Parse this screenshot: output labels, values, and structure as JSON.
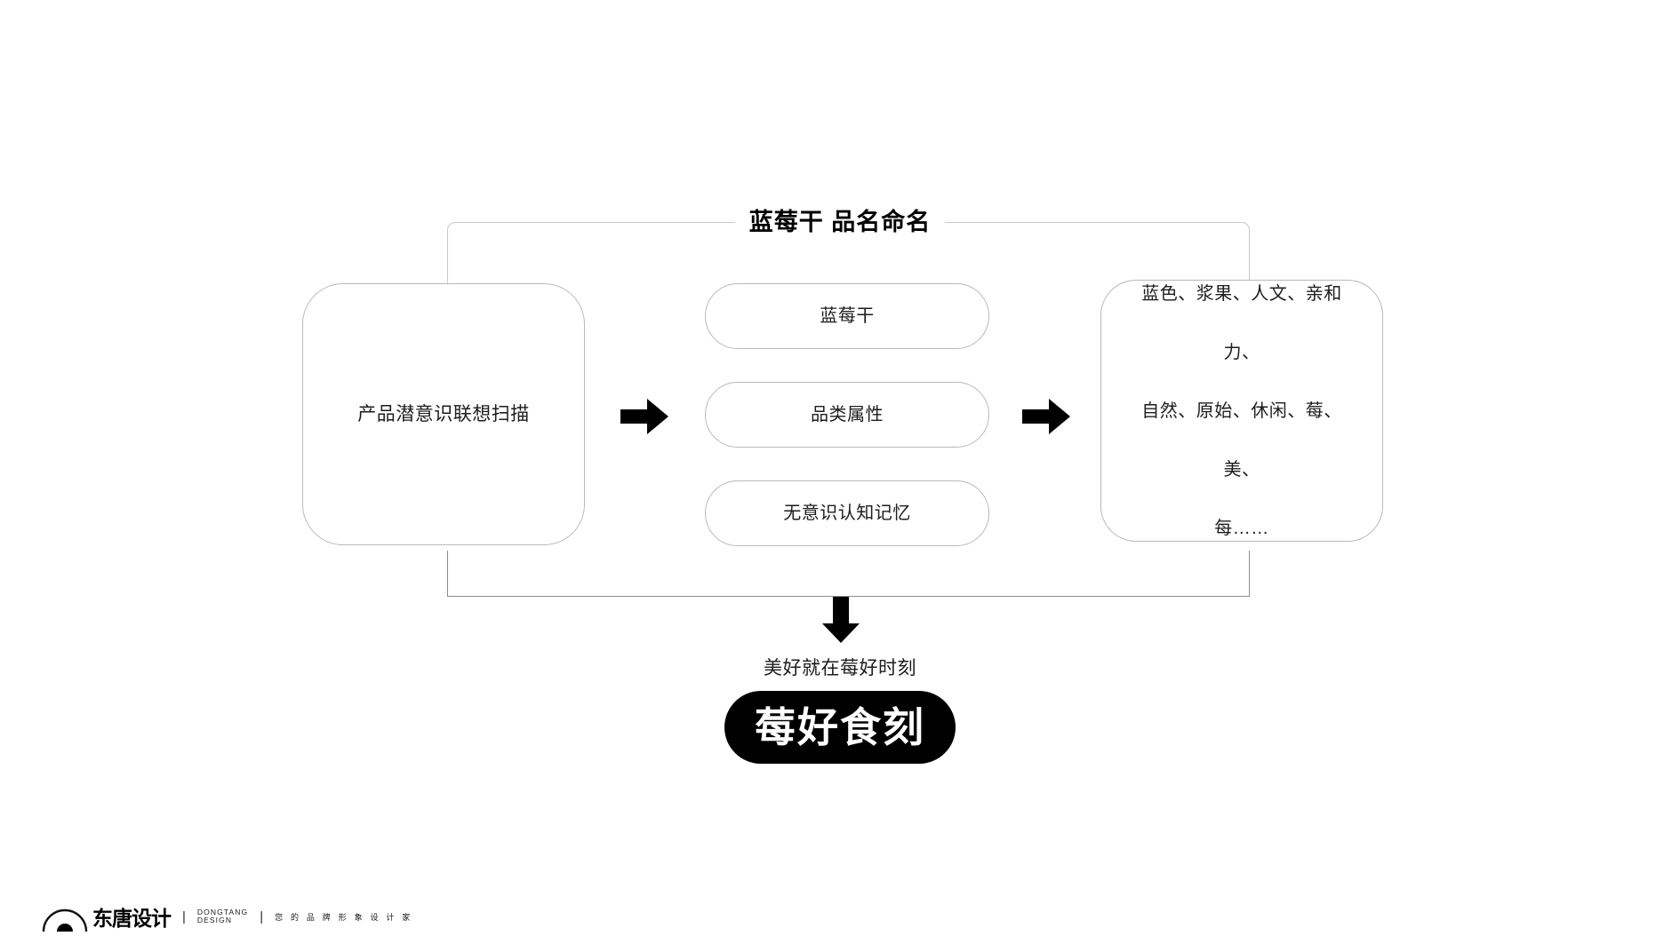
{
  "title": "蓝莓干 品名命名",
  "flow": {
    "stage1": {
      "label": "产品潜意识联想扫描"
    },
    "stage2": {
      "items": [
        {
          "label": "蓝莓干"
        },
        {
          "label": "品类属性"
        },
        {
          "label": "无意识认知记忆"
        }
      ]
    },
    "stage3": {
      "lines": [
        "蓝色、浆果、人文、亲和力、",
        "自然、原始、休闲、莓、美、",
        "每……"
      ]
    },
    "arrow1": "arrow-right-icon",
    "arrow2": "arrow-right-icon",
    "arrow_down": "arrow-down-icon"
  },
  "result": {
    "tagline": "美好就在莓好时刻",
    "brand_name": "莓好食刻",
    "pill_color": "#000000",
    "pill_text_color": "#ffffff"
  },
  "footer": {
    "logo_icon": "dongtang-arc-logo-icon",
    "brand_cn": "东唐设计",
    "brand_en": "DONGTANG\nDESIGN",
    "slogan": "您 的 品 牌 形 象 设 计 家",
    "divider": "|"
  },
  "colors": {
    "background": "#ffffff",
    "card_border": "#b9b9b9",
    "bracket_top": "#c9c9c9",
    "bracket_bottom": "#8d8d8d",
    "text": "#1d1d1d",
    "accent": "#000000"
  }
}
